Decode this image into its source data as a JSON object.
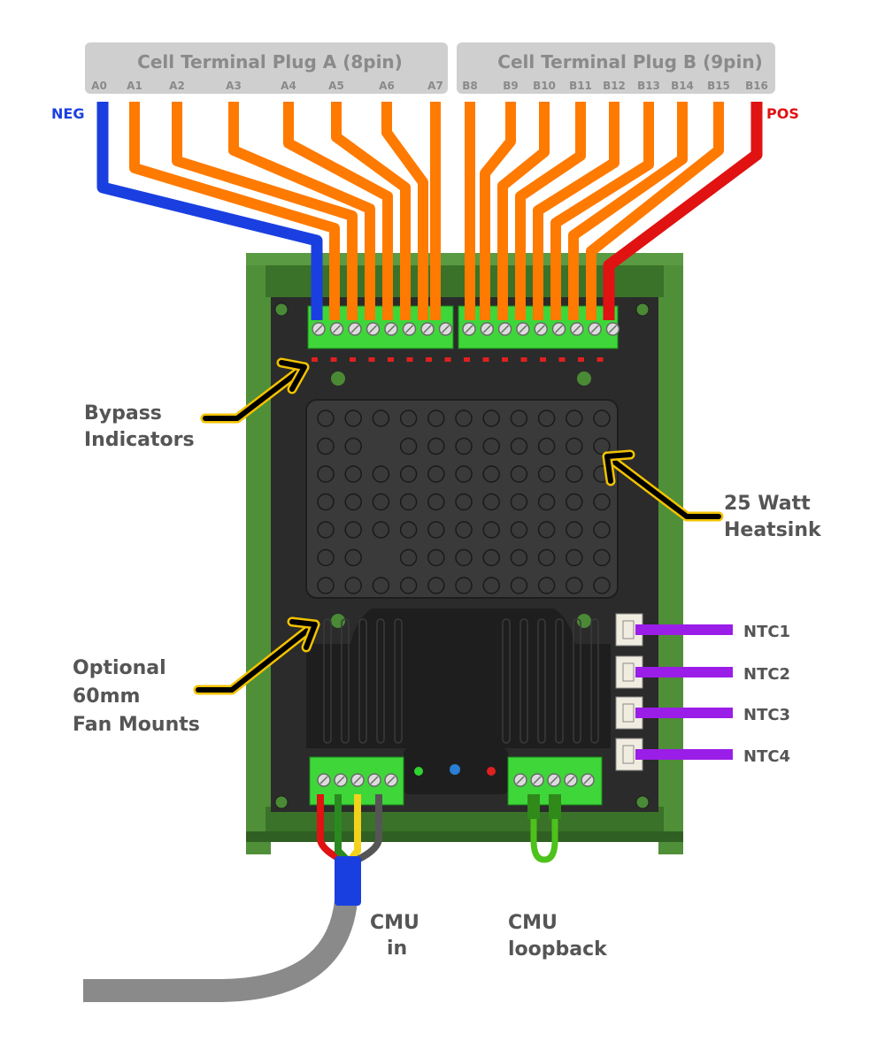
{
  "plug_a": {
    "title": "Cell Terminal Plug A (8pin)",
    "pins": [
      "A0",
      "A1",
      "A2",
      "A3",
      "A4",
      "A5",
      "A6",
      "A7"
    ]
  },
  "plug_b": {
    "title": "Cell Terminal Plug B (9pin)",
    "pins": [
      "B8",
      "B9",
      "B10",
      "B11",
      "B12",
      "B13",
      "B14",
      "B15",
      "B16"
    ]
  },
  "wire_labels": {
    "neg": "NEG",
    "pos": "POS"
  },
  "callouts": {
    "bypass_line1": "Bypass",
    "bypass_line2": "Indicators",
    "heatsink_line1": "25 Watt",
    "heatsink_line2": "Heatsink",
    "fan_line1": "Optional",
    "fan_line2": "60mm",
    "fan_line3": "Fan Mounts",
    "cmu_in_line1": "CMU",
    "cmu_in_line2": "in",
    "cmu_loop_line1": "CMU",
    "cmu_loop_line2": "loopback"
  },
  "ntc": [
    "NTC1",
    "NTC2",
    "NTC3",
    "NTC4"
  ],
  "colors": {
    "neg_wire": "#1a3fe0",
    "pos_wire": "#e01212",
    "cell_wire": "#ff7a00",
    "ntc_wire": "#9b1de8",
    "loop_wire": "#4cc21a",
    "board": "#2b2b2b",
    "rail": "#3e7a2c",
    "terminal": "#3fd63a",
    "label_gray": "#555555"
  }
}
